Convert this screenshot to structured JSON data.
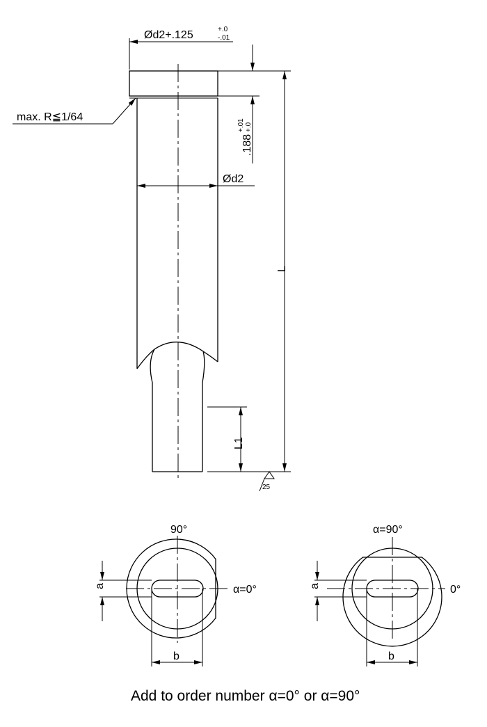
{
  "labels": {
    "head_diameter": "Ød2+.125",
    "head_diameter_tol_upper": "+.0",
    "head_diameter_tol_lower": "-.01",
    "radius_note": "max. R≦1/64",
    "head_thickness": ".188",
    "head_thickness_tol_upper": "+.01",
    "head_thickness_tol_lower": "+.0",
    "shank_diameter": "Ød2",
    "overall_length": "L",
    "tip_length": "L1",
    "surface_finish": "25",
    "view_a_top_angle": "90°",
    "view_a_side_angle": "α=0°",
    "view_b_top_angle": "α=90°",
    "view_b_side_angle": "0°",
    "dim_a": "a",
    "dim_b": "b"
  },
  "footer": {
    "note": "Add to order number α=0° or α=90°"
  }
}
